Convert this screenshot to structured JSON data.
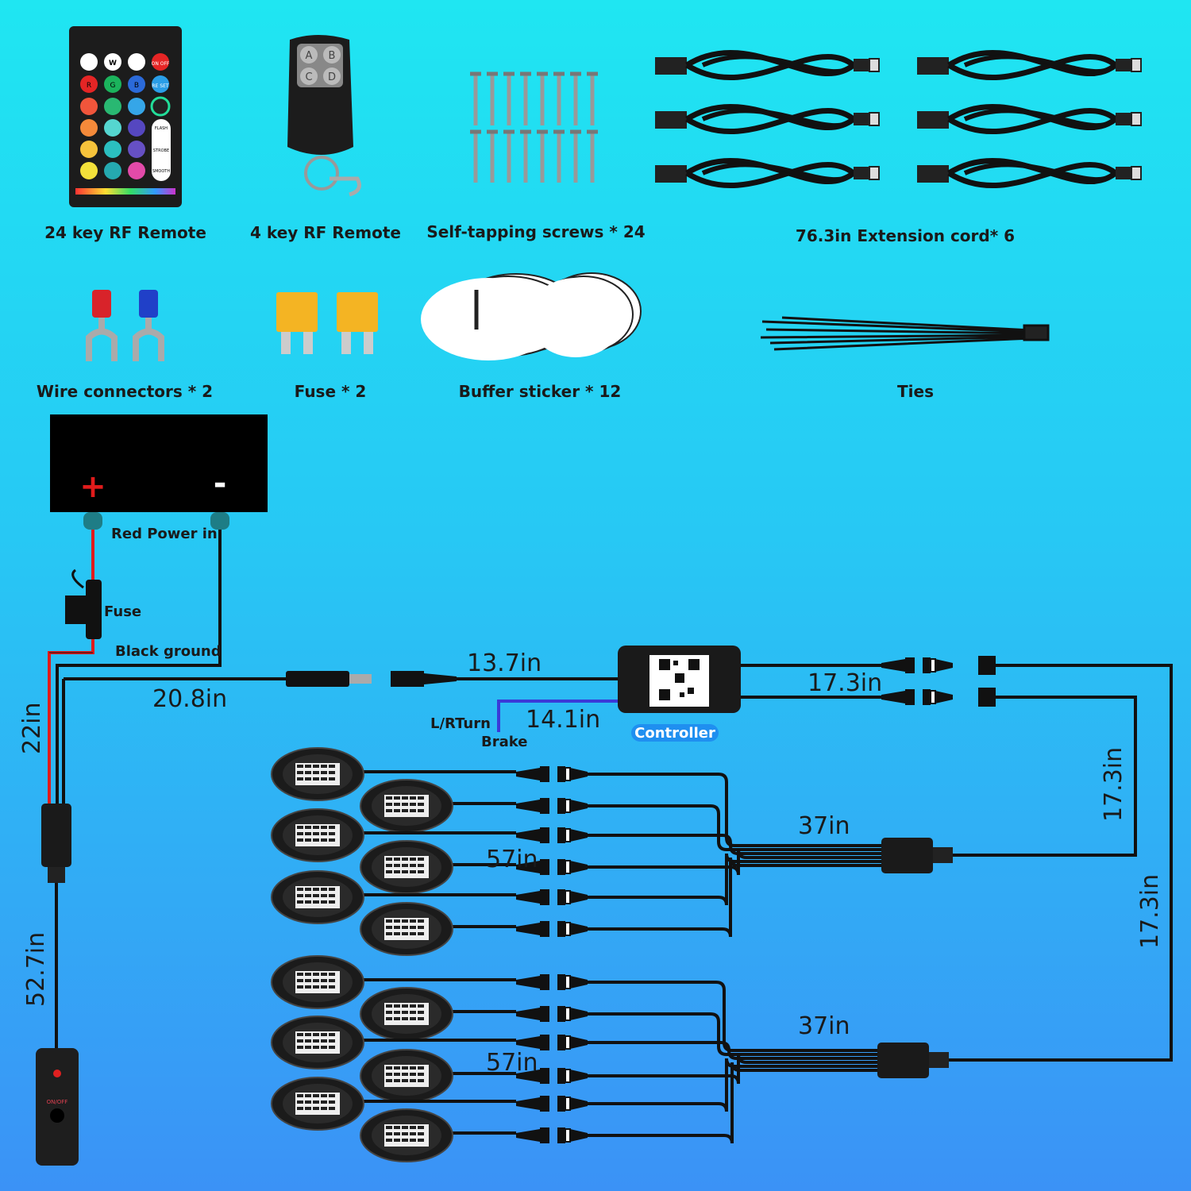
{
  "accessories": [
    {
      "label": "24 key RF Remote"
    },
    {
      "label": "4 key RF Remote"
    },
    {
      "label": "Self-tapping screws * 24"
    },
    {
      "label": "76.3in Extension cord* 6"
    },
    {
      "label": "Wire connectors * 2"
    },
    {
      "label": "Fuse * 2"
    },
    {
      "label": "Buffer sticker * 12"
    },
    {
      "label": "Ties"
    }
  ],
  "remote24": {
    "keys": [
      "W",
      "ON OFF",
      "R",
      "G",
      "B",
      "RE SET",
      "FLASH",
      "STROBE",
      "SMOOTH"
    ]
  },
  "remote4": {
    "keys": [
      "A",
      "B",
      "C",
      "D"
    ]
  },
  "battery": {
    "plus": "+",
    "minus": "-"
  },
  "wiring": {
    "red_power": "Red Power in",
    "fuse": "Fuse",
    "black_ground": "Black ground",
    "controller": "Controller",
    "lr_turn": "L/RTurn",
    "brake": "Brake",
    "switch_label": "ON/OFF"
  },
  "dimensions": {
    "d1": "13.7in",
    "d2": "20.8in",
    "d3": "22in",
    "d4": "14.1in",
    "d5": "17.3in",
    "d6": "17.3in",
    "d7": "17.3in",
    "d8": "37in",
    "d9": "57in",
    "d10": "37in",
    "d11": "57in",
    "d12": "52.7in"
  },
  "colors": {
    "bg_top": "#1fe6f2",
    "bg_bottom": "#3b92f6",
    "red_wire": "#e01b1b",
    "turn_wire": "#3a3ad8",
    "controller_badge": "#1f8ff0"
  }
}
